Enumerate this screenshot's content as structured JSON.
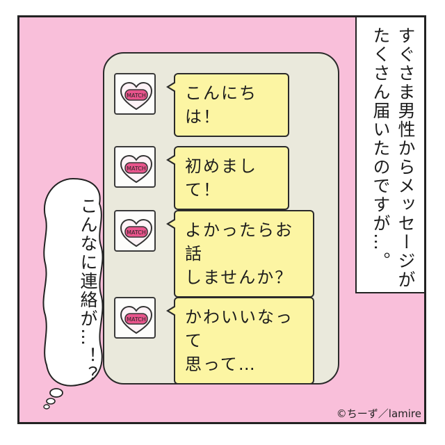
{
  "narration": {
    "line1": "すぐさま男性から",
    "line2": "たくさん届いたのですが…。",
    "line1b": "メッセージが"
  },
  "thought": "こんなに連絡が…！？",
  "messages": [
    {
      "avatar_text": "MATCH",
      "text": "こんにちは！"
    },
    {
      "avatar_text": "MATCH",
      "text": "初めまして！"
    },
    {
      "avatar_text": "MATCH",
      "text": "よかったらお話\nしませんか？"
    },
    {
      "avatar_text": "MATCH",
      "text": "かわいいなって\n思って…"
    }
  ],
  "credit": "©ちーず／lamire",
  "colors": {
    "panel_bg": "#f9bfda",
    "phone_bg": "#eae9dc",
    "bubble_bg": "#fcf5a3",
    "heart": "#e8548c"
  }
}
